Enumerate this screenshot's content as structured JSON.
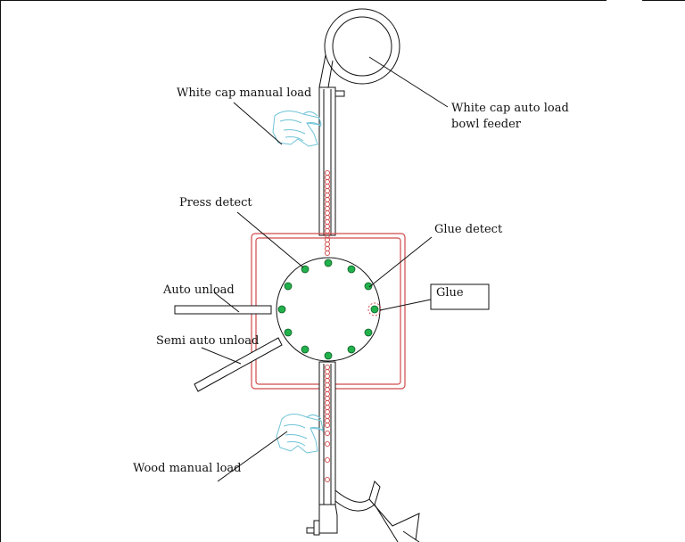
{
  "labels": {
    "white_cap_manual_load": "White cap manual load",
    "white_cap_auto_load_line1": "White cap auto load",
    "white_cap_auto_load_line2": "bowl feeder",
    "press_detect": "Press detect",
    "glue_detect": "Glue detect",
    "glue": "Glue",
    "auto_unload": "Auto unload",
    "semi_auto_unload": "Semi auto unload",
    "wood_manual_load": "Wood manual load"
  },
  "colors": {
    "line": "#111111",
    "frame_red": "#d14a4a",
    "station_green": "#22b14c",
    "hand_sketch": "#6fc3d6"
  }
}
